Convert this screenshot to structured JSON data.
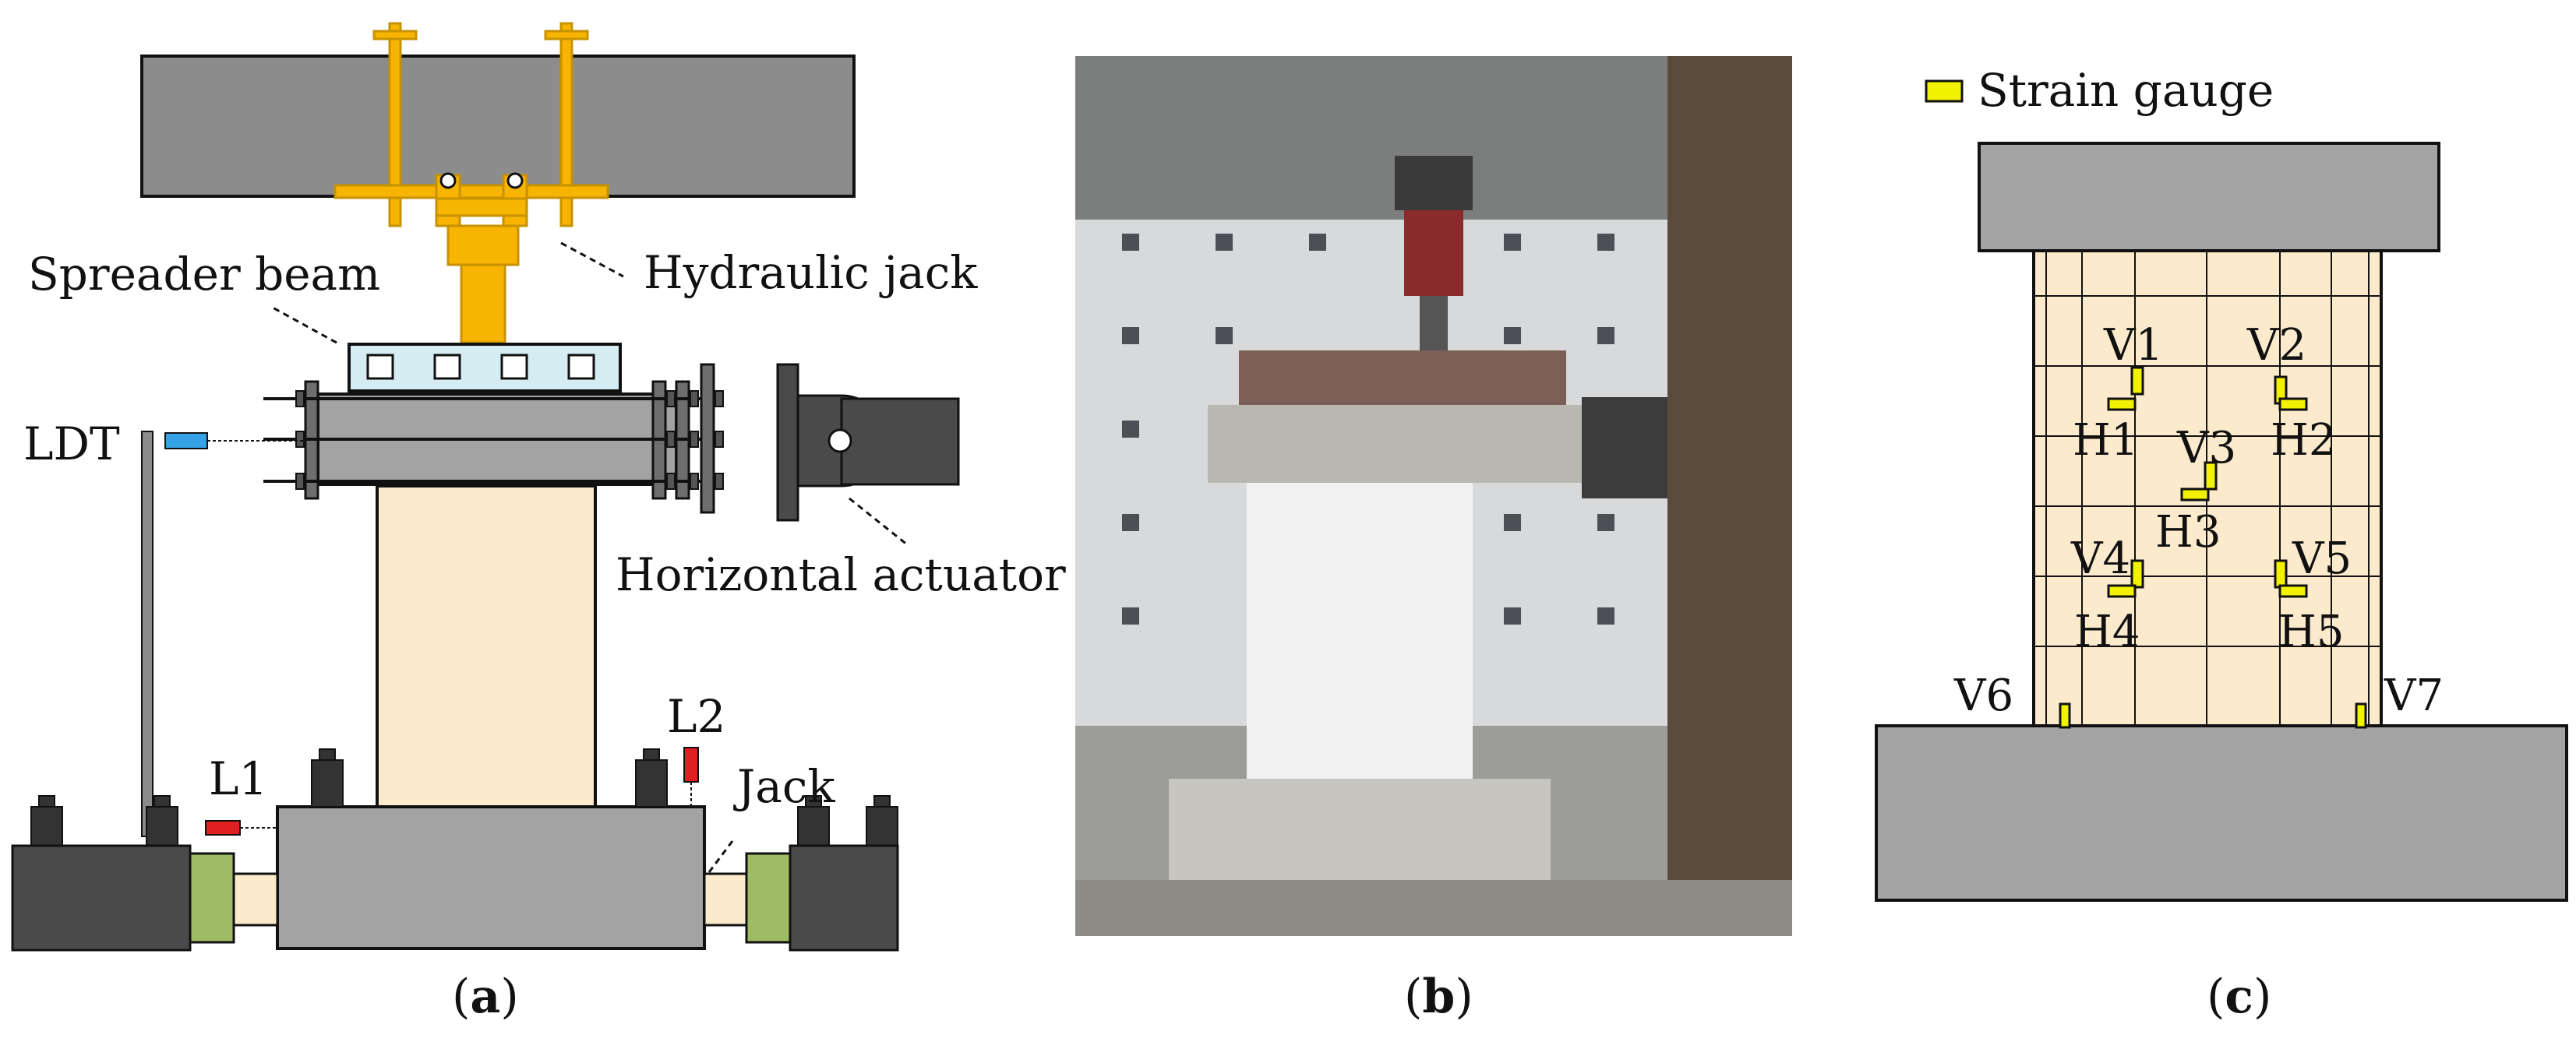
{
  "panel_a": {
    "labels": {
      "hydraulic_jack": "Hydraulic jack",
      "spreader_beam": "Spreader beam",
      "ldt": "LDT",
      "horizontal_actuator": "Horizontal actuator",
      "l1": "L1",
      "l2": "L2",
      "jack": "Jack"
    },
    "caption": {
      "open": "(",
      "letter": "a",
      "close": ")"
    }
  },
  "panel_b": {
    "caption": {
      "open": "(",
      "letter": "b",
      "close": ")"
    }
  },
  "panel_c": {
    "legend": "Strain gauge",
    "gauges": {
      "v1": "V1",
      "v2": "V2",
      "v3": "V3",
      "v4": "V4",
      "v5": "V5",
      "v6": "V6",
      "v7": "V7",
      "h1": "H1",
      "h2": "H2",
      "h3": "H3",
      "h4": "H4",
      "h5": "H5"
    },
    "caption": {
      "open": "(",
      "letter": "c",
      "close": ")"
    }
  },
  "colors": {
    "steel_gray": "#8c8c8c",
    "concrete_gray": "#a3a3a3",
    "specimen_beige": "#fbeacb",
    "jack_yellow": "#f7b400",
    "actuator_dark": "#4a4a4a",
    "gauge_yellow": "#f2f200",
    "ldt_blue": "#36a2e6",
    "sensor_red": "#e02020",
    "spreader_blue": "#d6ecf3",
    "collar_green": "#9fbb63"
  }
}
